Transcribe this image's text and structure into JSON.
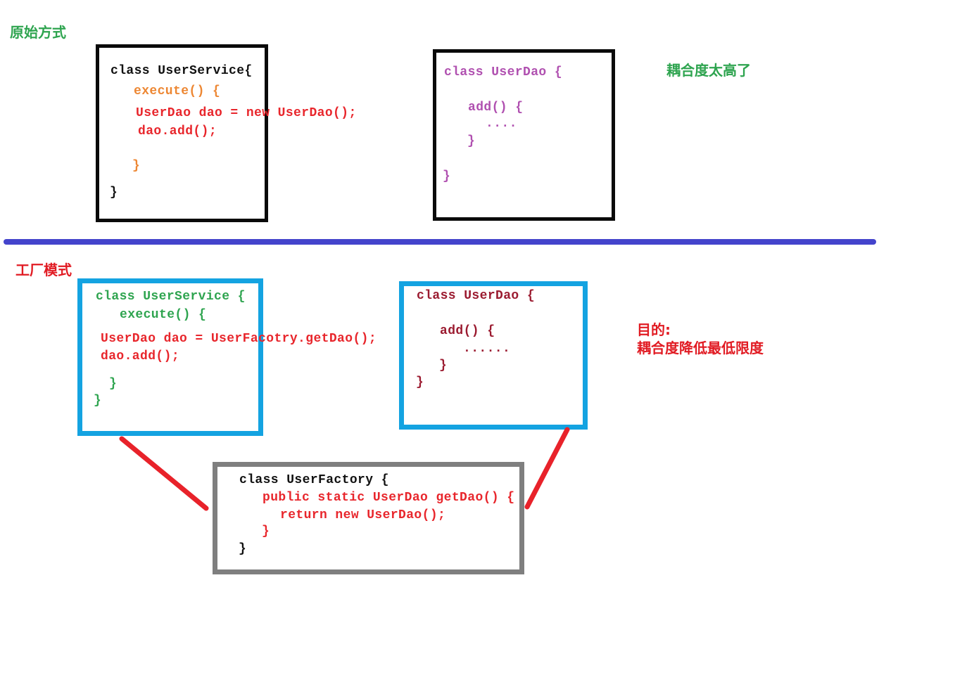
{
  "colors": {
    "background": "#ffffff",
    "divider_blue": "#4444cc",
    "box_black_border": "#0a0a0a",
    "box_cyan_border": "#14a3e1",
    "box_gray_border": "#7f7f7f",
    "connector_red": "#e8222a",
    "label_green": "#2ea44f",
    "label_red": "#e11b23",
    "code_orange": "#ed8733",
    "code_red": "#e8262c",
    "code_purple": "#b050b0",
    "code_green": "#2ea44f",
    "code_maroon": "#9b1b30"
  },
  "section_original": {
    "label": "原始方式",
    "note": "耦合度太高了",
    "user_service_box": {
      "lines": [
        "class UserService{",
        "execute() {",
        "UserDao dao = new UserDao();",
        "dao.add();",
        "}",
        "}"
      ]
    },
    "user_dao_box": {
      "lines": [
        "class UserDao {",
        "add() {",
        "....",
        "}",
        "}"
      ]
    }
  },
  "section_factory": {
    "label": "工厂模式",
    "note_line1": "目的:",
    "note_line2": "耦合度降低最低限度",
    "user_service_box": {
      "lines": [
        "class UserService {",
        "execute() {",
        "UserDao dao = UserFacotry.getDao();",
        "dao.add();",
        "}",
        "}"
      ]
    },
    "user_dao_box": {
      "lines": [
        "class UserDao {",
        "add() {",
        "......",
        "}",
        "}"
      ]
    },
    "user_factory_box": {
      "lines": [
        "class UserFactory {",
        "public static UserDao getDao() {",
        "return new UserDao();",
        "}",
        "}"
      ]
    }
  }
}
